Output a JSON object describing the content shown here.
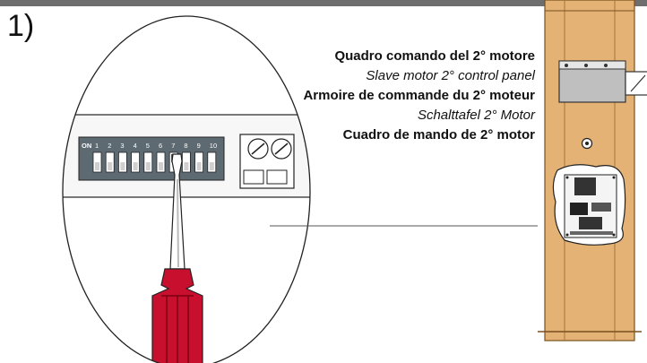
{
  "step_label": "1)",
  "captions": [
    {
      "text": "Quadro comando del 2° motore",
      "style": "bold"
    },
    {
      "text": "Slave motor 2° control panel",
      "style": "italic"
    },
    {
      "text": "Armoire de commande du 2° moteur",
      "style": "bold"
    },
    {
      "text": "Schalttafel 2° Motor",
      "style": "italic"
    },
    {
      "text": "Cuadro de mando de 2° motor",
      "style": "bold"
    }
  ],
  "dip_switch": {
    "on_label": "ON",
    "numbers": [
      "1",
      "2",
      "3",
      "4",
      "5",
      "6",
      "7",
      "8",
      "9",
      "10"
    ],
    "highlighted": "7"
  },
  "colors": {
    "wood": "#e3b274",
    "wood_dark": "#a8743a",
    "board": "#5d6a72",
    "handle_red": "#c8102e"
  }
}
